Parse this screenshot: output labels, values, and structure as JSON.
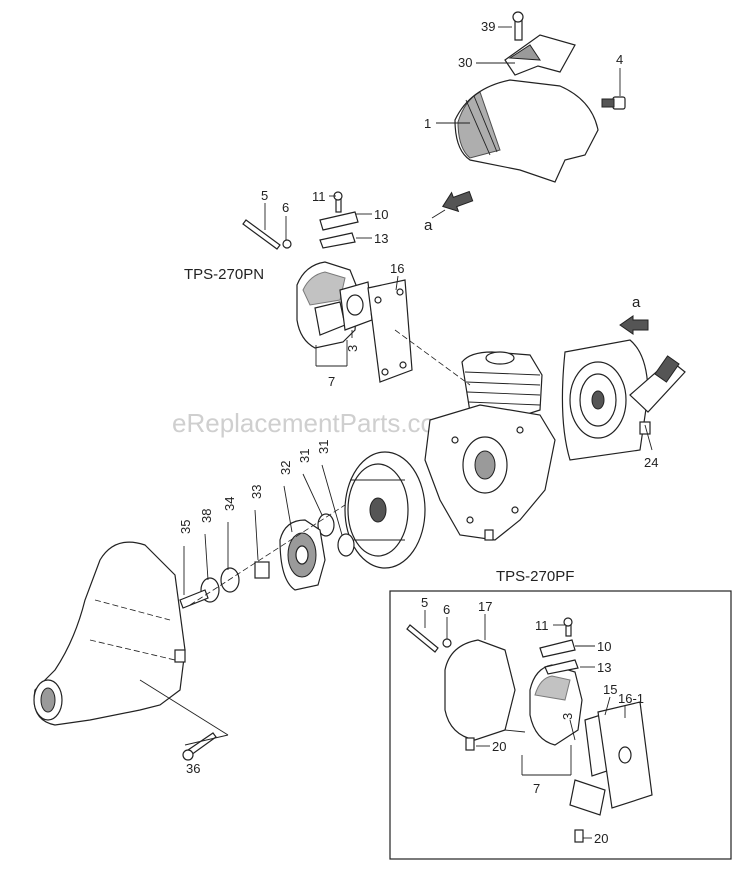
{
  "watermark": "eReplacementParts.com",
  "models": {
    "pn": "TPS-270PN",
    "pf": "TPS-270PF"
  },
  "callouts": {
    "c39": "39",
    "c30": "30",
    "c4": "4",
    "c1": "1",
    "a_top": "a",
    "c5": "5",
    "c6": "6",
    "c11": "11",
    "c10": "10",
    "c13": "13",
    "c16": "16",
    "c3": "3",
    "c7": "7",
    "a_right": "a",
    "c24": "24",
    "c35": "35",
    "c38": "38",
    "c34": "34",
    "c33": "33",
    "c32": "32",
    "c31a": "31",
    "c31b": "31",
    "c36": "36",
    "pf5": "5",
    "pf6": "6",
    "pf17": "17",
    "pf11": "11",
    "pf10": "10",
    "pf13": "13",
    "pf15": "15",
    "pf16_1": "16-1",
    "pf3": "3",
    "pf20a": "20",
    "pf7": "7",
    "pf20b": "20"
  }
}
